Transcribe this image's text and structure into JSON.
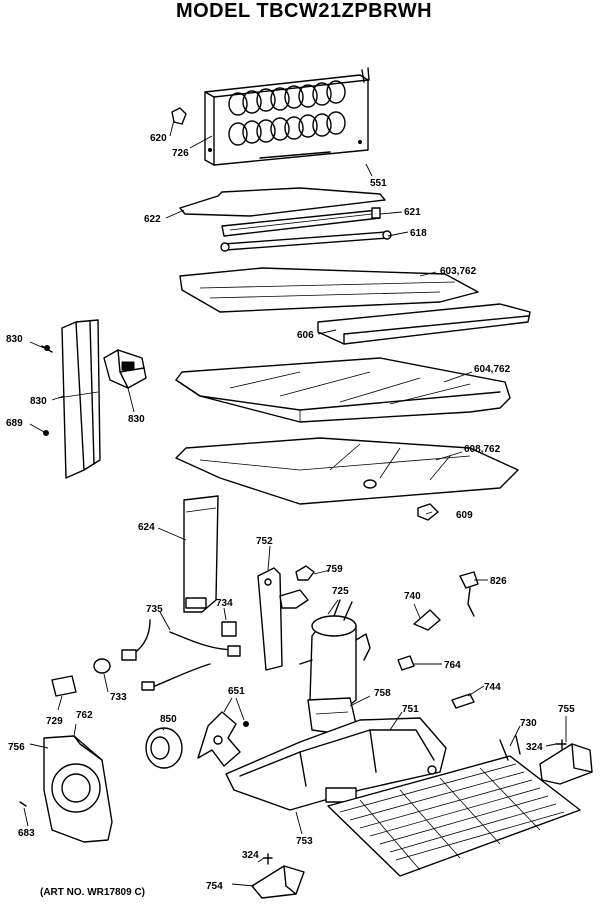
{
  "title": "MODEL TBCW21ZPBRWH",
  "art_no": "(ART NO. WR17809 C)",
  "labels": {
    "620": "620",
    "726": "726",
    "551": "551",
    "622": "622",
    "621": "621",
    "618": "618",
    "603": "603,762",
    "606": "606",
    "604": "604,762",
    "608": "608,762",
    "609": "609",
    "830a": "830",
    "830b": "830",
    "830c": "830",
    "689": "689",
    "624": "624",
    "752": "752",
    "759": "759",
    "725": "725",
    "740": "740",
    "826": "826",
    "735": "735",
    "734": "734",
    "764": "764",
    "744": "744",
    "733": "733",
    "729": "729",
    "651": "651",
    "758": "758",
    "751": "751",
    "730": "730",
    "755": "755",
    "324a": "324",
    "762": "762",
    "850": "850",
    "756": "756",
    "683": "683",
    "753": "753",
    "324b": "324",
    "754": "754"
  }
}
